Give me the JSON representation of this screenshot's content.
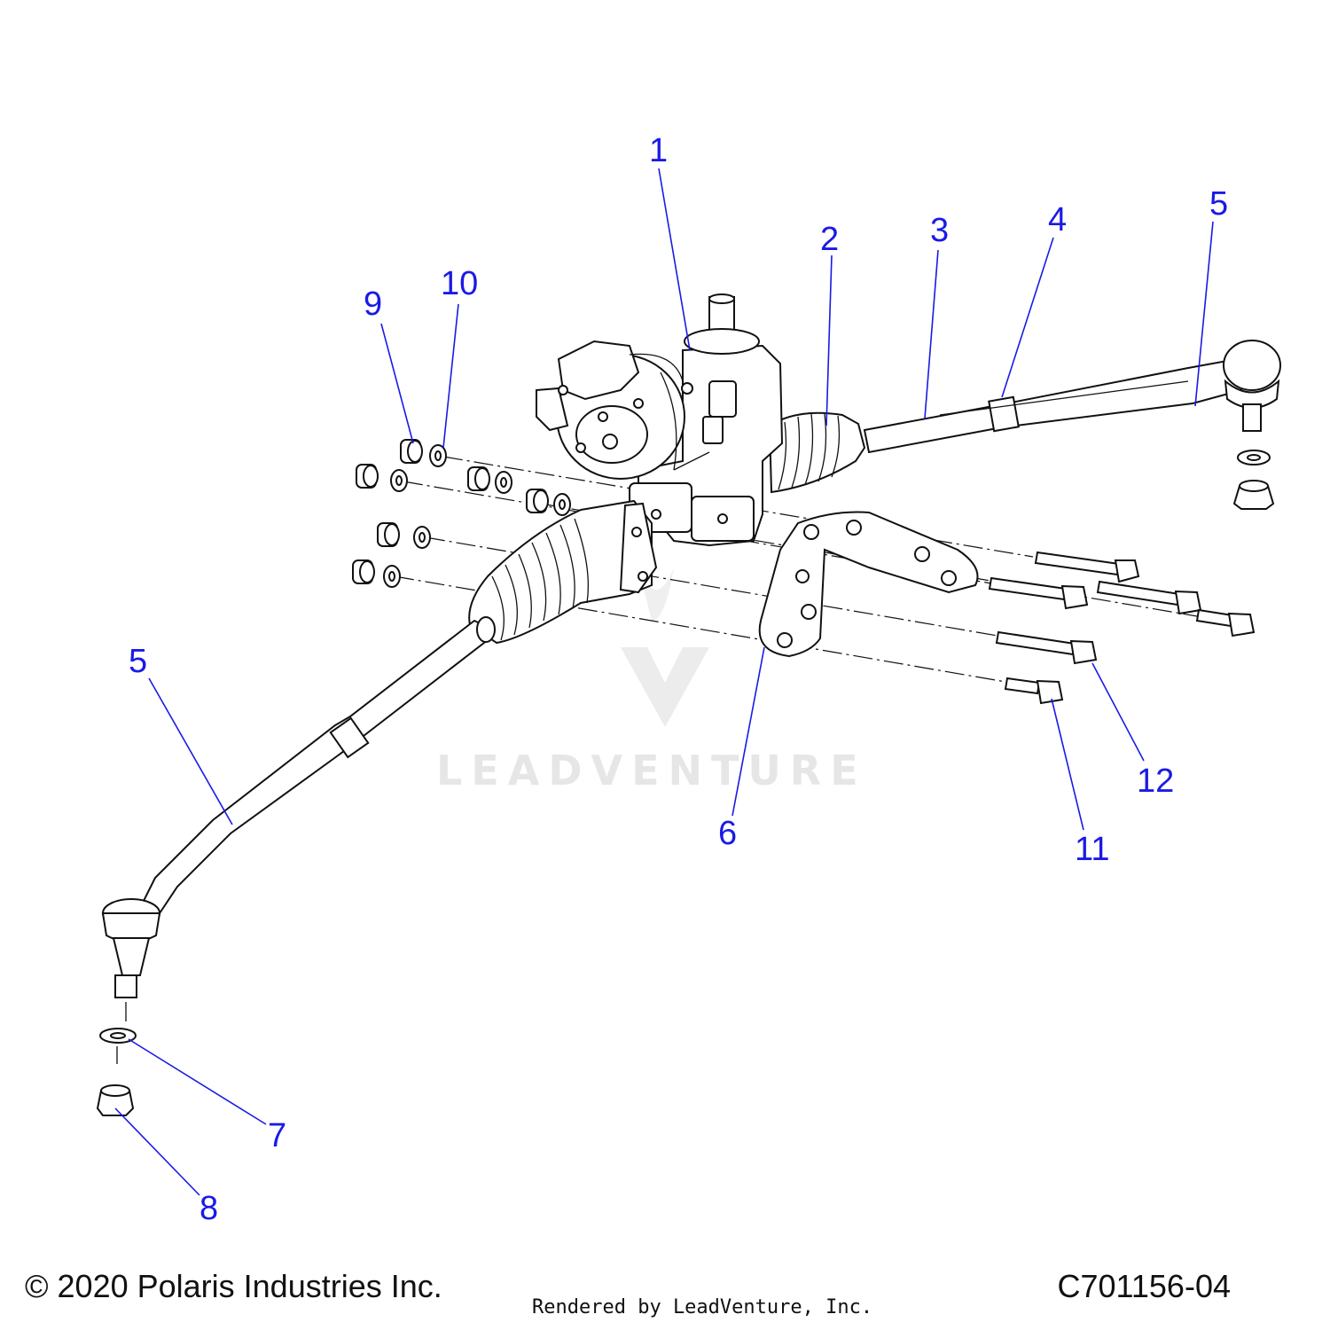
{
  "callouts": [
    {
      "id": "1",
      "label": "1"
    },
    {
      "id": "2",
      "label": "2"
    },
    {
      "id": "3",
      "label": "3"
    },
    {
      "id": "4",
      "label": "4"
    },
    {
      "id": "5a",
      "label": "5"
    },
    {
      "id": "5b",
      "label": "5"
    },
    {
      "id": "6",
      "label": "6"
    },
    {
      "id": "7",
      "label": "7"
    },
    {
      "id": "8",
      "label": "8"
    },
    {
      "id": "9",
      "label": "9"
    },
    {
      "id": "10",
      "label": "10"
    },
    {
      "id": "11",
      "label": "11"
    },
    {
      "id": "12",
      "label": "12"
    }
  ],
  "watermark": {
    "text": "LEADVENTURE"
  },
  "footer": {
    "copyright": "© 2020 Polaris Industries Inc.",
    "rendered_by": "Rendered by LeadVenture, Inc.",
    "drawing_id": "C701156-04"
  },
  "colors": {
    "callout": "#1a1ae6",
    "line": "#111111",
    "watermark": "#e6e6e6"
  }
}
